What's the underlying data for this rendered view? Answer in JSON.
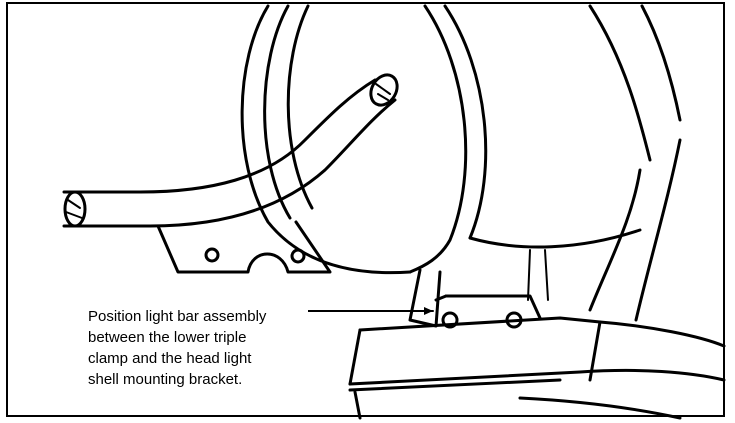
{
  "callout": {
    "lines": [
      "Position light bar assembly",
      "between the lower triple",
      "clamp and the head light",
      "shell mounting bracket."
    ]
  }
}
